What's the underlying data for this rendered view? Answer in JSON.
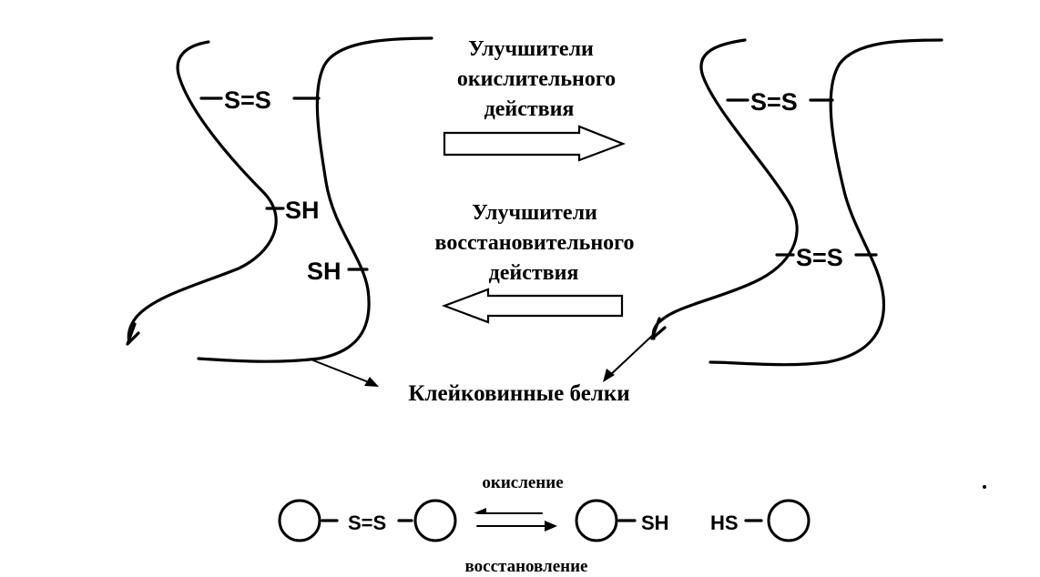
{
  "top_arrow": {
    "lines": [
      "Улучшители",
      "окислительного",
      "действия"
    ]
  },
  "bottom_arrow": {
    "lines": [
      "Улучшители",
      "восстановительного",
      "действия"
    ]
  },
  "left_protein": {
    "bond_ss": "S=S",
    "group_sh_1": "SH",
    "group_sh_2": "SH"
  },
  "right_protein": {
    "bond_ss_1": "S=S",
    "bond_ss_2": "S=S"
  },
  "protein_caption": "Клейковинные белки",
  "reaction": {
    "left_bond": "S=S",
    "right_group_1": "SH",
    "right_group_2": "HS",
    "oxidation_label": "окисление",
    "reduction_label": "восстановление"
  }
}
